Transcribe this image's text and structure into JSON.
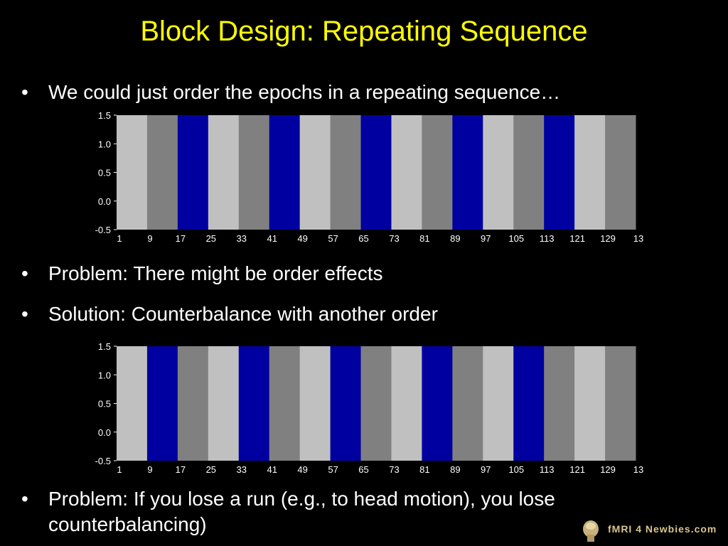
{
  "slide": {
    "title": "Block Design: Repeating Sequence",
    "bullet_symbol": "•"
  },
  "bullets": [
    "We could just order the epochs in a repeating sequence…",
    "Problem: There might be order effects",
    "Solution: Counterbalance with another order",
    "Problem: If you lose a run (e.g., to head motion), you lose counterbalancing)"
  ],
  "logo": {
    "text": "fMRI 4 Newbies.com",
    "colors": {
      "text": "#d9c48f"
    }
  },
  "colors": {
    "title": "#ffff00",
    "text": "#ffffff",
    "background": "#000000",
    "light_gray": "#c0c0c0",
    "dark_gray": "#808080",
    "blue": "#0000a0"
  },
  "chart_data": [
    {
      "type": "bar",
      "title": "",
      "xlabel": "",
      "ylabel": "",
      "ylim": [
        -0.5,
        1.5
      ],
      "yticks": [
        "1.5",
        "1.0",
        "0.5",
        "0.0",
        "-0.5"
      ],
      "xticks": [
        "1",
        "9",
        "17",
        "25",
        "33",
        "41",
        "49",
        "57",
        "65",
        "73",
        "81",
        "89",
        "97",
        "105",
        "113",
        "121",
        "129",
        "13"
      ],
      "blocks": [
        "light",
        "dark",
        "blue",
        "light",
        "dark",
        "blue",
        "light",
        "dark",
        "blue",
        "light",
        "dark",
        "blue",
        "light",
        "dark",
        "blue",
        "light",
        "dark"
      ],
      "grid": false
    },
    {
      "type": "bar",
      "title": "",
      "xlabel": "",
      "ylabel": "",
      "ylim": [
        -0.5,
        1.5
      ],
      "yticks": [
        "1.5",
        "1.0",
        "0.5",
        "0.0",
        "-0.5"
      ],
      "xticks": [
        "1",
        "9",
        "17",
        "25",
        "33",
        "41",
        "49",
        "57",
        "65",
        "73",
        "81",
        "89",
        "97",
        "105",
        "113",
        "121",
        "129",
        "13"
      ],
      "blocks": [
        "light",
        "blue",
        "dark",
        "light",
        "blue",
        "dark",
        "light",
        "blue",
        "dark",
        "light",
        "blue",
        "dark",
        "light",
        "blue",
        "dark",
        "light",
        "dark"
      ],
      "grid": false
    }
  ]
}
